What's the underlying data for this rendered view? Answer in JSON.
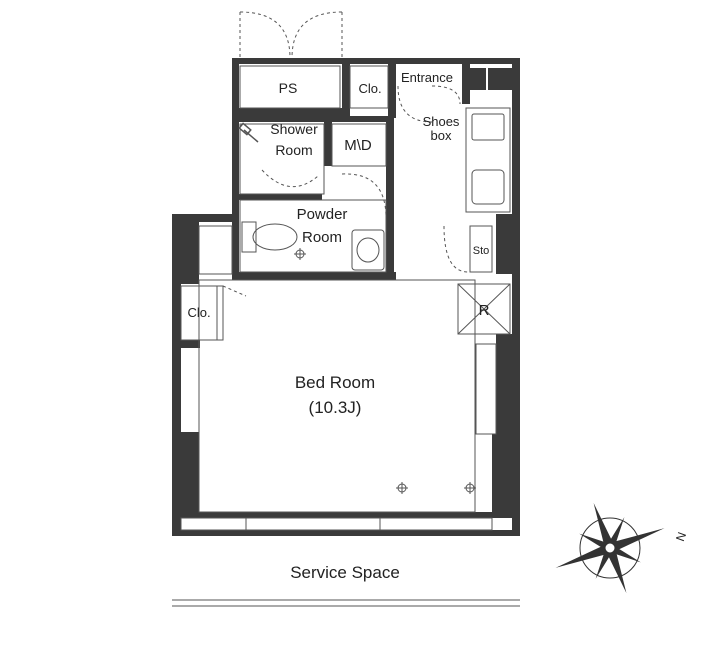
{
  "rooms": {
    "ps": "PS",
    "closet_top": "Clo.",
    "entrance": "Entrance",
    "shoes_box_line1": "Shoes",
    "shoes_box_line2": "box",
    "shower_line1": "Shower",
    "shower_line2": "Room",
    "washer": "M\\D",
    "powder_line1": "Powder",
    "powder_line2": "Room",
    "storage": "Sto",
    "refrigerator": "R",
    "closet_left": "Clo.",
    "bedroom": "Bed Room",
    "bedroom_size": "(10.3J)"
  },
  "outside": {
    "service_space": "Service Space"
  },
  "compass": {
    "north_letter": "N",
    "icon": "compass-rose-icon"
  },
  "colors": {
    "wall": "#3a3a3a",
    "line": "#555555",
    "background": "#ffffff"
  }
}
